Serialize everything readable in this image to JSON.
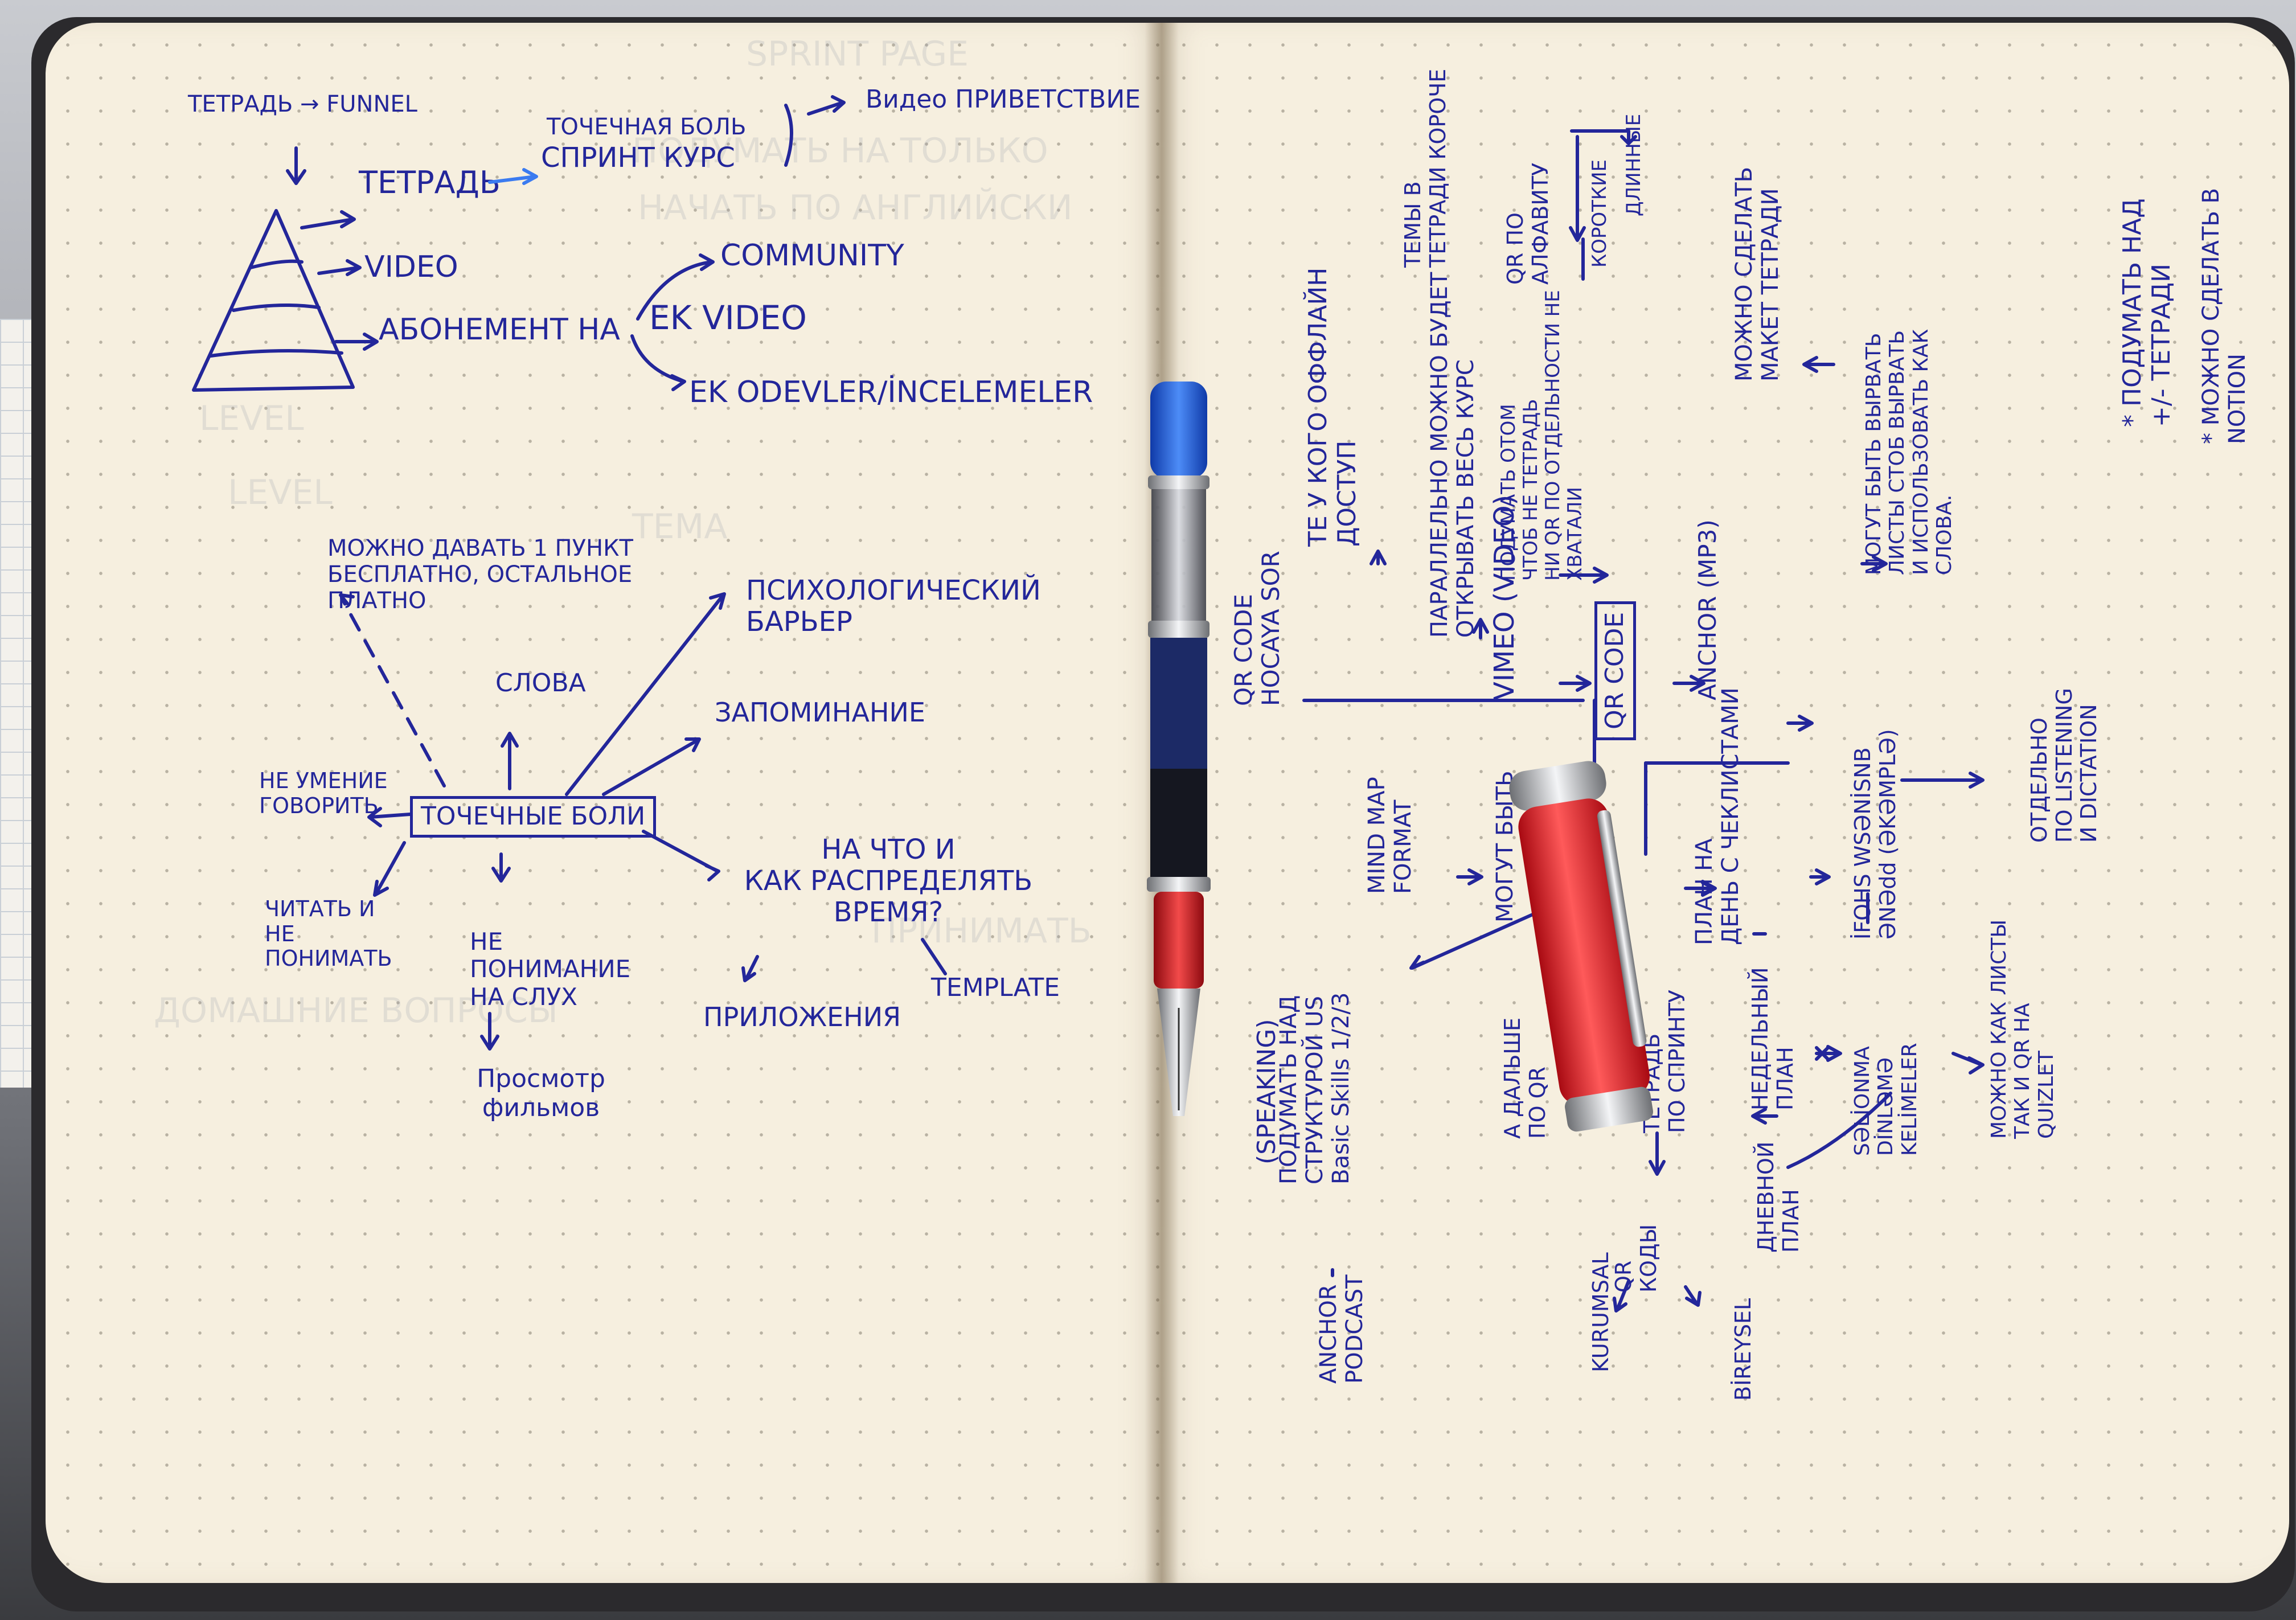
{
  "notes": {
    "left": {
      "funnel_title": "ТЕТРАДЬ → FUNNEL",
      "pain_point": "ТОЧЕЧНАЯ БОЛЬ",
      "notebook_sprint": "ТЕТРАДЬ",
      "sprint_course": "СПРИНТ КУРС",
      "video_welcome": "Видео ПРИВЕТСТВИЕ",
      "video": "VIDEO",
      "subscription": "АБОНЕМЕНТ НА",
      "ek_video": "EK VIDEO",
      "community": "COMMUNITY",
      "ek_odevler": "EK ODEVLER/İNCELEMELER",
      "free_point": "МОЖНО ДАВАТЬ 1 ПУНКТ\nБЕСПЛАТНО, ОСТАЛЬНОЕ\nПЛАТНО",
      "psych_barrier": "ПСИХОЛОГИЧЕСКИЙ\nБАРЬЕР",
      "words": "СЛОВА",
      "memorization": "ЗАПОМИНАНИЕ",
      "cant_speak": "НЕ УМЕНИЕ\nГОВОРИТЬ",
      "pain_points_box": "ТОЧЕЧНЫЕ БОЛИ",
      "time_split": "НА ЧТО И\nКАК РАСПРЕДЕЛЯТЬ\nВРЕМЯ?",
      "read_not_understand": "ЧИТАТЬ И\nНЕ ПОНИМАТЬ",
      "not_understanding_listening": "НЕ ПОНИМАНИЕ\nНА СЛУХ",
      "template": "TEMPLATE",
      "apps": "ПРИЛОЖЕНИЯ",
      "watching_films": "Просмотр\nфильмов"
    },
    "right": {
      "themes_notebook": "ТЕМЫ В\nТЕТРАДИ КОРОЧЕ",
      "qr_by_alphabet": "QR ПО\nАЛФАВИТУ",
      "short": "КОРОТКИЕ",
      "long": "ДЛИННЫЕ",
      "think_qr": "ПОДУМАТЬ ОТОМ\nЧТОБ НЕ ТЕТРАДЬ\nНИ QR ПО ОТДЕЛЬНОСТИ НЕ\nХВАТАЛИ",
      "parallel_course": "ПАРАЛЛЕЛЬНО МОЖНО БУДЕТ\nОТКРЫВАТЬ ВЕСЬ КУРС",
      "offline_access": "ТЕ У КОГО ОФФЛАЙН\nДОСТУП",
      "can_make_layout": "МОЖНО СДЕЛАТЬ\nМАКЕТ ТЕТРАДИ",
      "vimeo": "VIMEO (VIDEO)",
      "anchor_mp3": "ANCHOR (MP3)",
      "qr_code": "QR CODE",
      "qr_code_hocaya": "QR CODE\nHOCAYA SOR",
      "checklist": "ПЛАН НА\nДЕНЬ С ЧЕКЛИСТАМИ",
      "mind_map": "MIND MAP\nFORMAT",
      "may_be": "МОГУТ БЫТЬ",
      "rubric_a": "А ДАЛЬШЕ\nПО QR",
      "notebook_sprint_r": "ТЕТРАДЬ\nПО СПРИНТУ",
      "weekly_plan": "НЕДЕЛЬНЫЙ\nПЛАН",
      "daily_plan": "ДНЕВНОЙ\nПЛАН",
      "qr_codes": "QR\nКОДЫ",
      "speaking": "(SPEAKING)",
      "think_structure": "ПОДУМАТЬ НАД\nСТРУКТУРОЙ US\nBasic Skills 1/2/3",
      "anchor_podcast": "ANCHOR\nPODCAST",
      "kurumsal": "KURUMSAL",
      "bireysel": "BİREYSEL",
      "business_english": "İFOHS WSƏNİSNB\nƏNƏdd (ƏKƏMPLƏ)",
      "separately": "ОТДЕЛЬНО\nПО LISTENING\nИ DICTATION",
      "write_kelimeler": "SƏLİONMA\nDİNLƏMƏ\nKELİMELER",
      "quizlet": "МОЖНО КАК ЛИСТЫ\nТАК И QR НА\nQUIZLET",
      "may_be_sheets": "МОГУТ БЫТЬ ВЫРВАТЬ\nЛИСТЫ СТОБ ВЫРВАТЬ\nИ ИСПОЛЬЗОВАТЬ КАК\nСЛОВА.",
      "think_notebook": "* ПОДУМАТЬ НАД\n+/- ТЕТРАДИ",
      "notion": "* МОЖНО СДЕЛАТЬ В\nNOTION"
    },
    "bleed_through": [
      "SPRINT PAGE",
      "ПОДУМАТЬ НА ТОЛЬКО",
      "НАЧАТЬ ПО АНГЛИЙСКИ",
      "LEVEL",
      "LEVEL",
      "ТЕМА",
      "ПРИНИМАТЬ",
      "ДОМАШНИЕ ВОПРОСЫ"
    ]
  },
  "colors": {
    "ink": "#23269a",
    "paper": "#f6efdf",
    "pen_blue": "#1d4fbf",
    "pen_red": "#d4141c"
  }
}
